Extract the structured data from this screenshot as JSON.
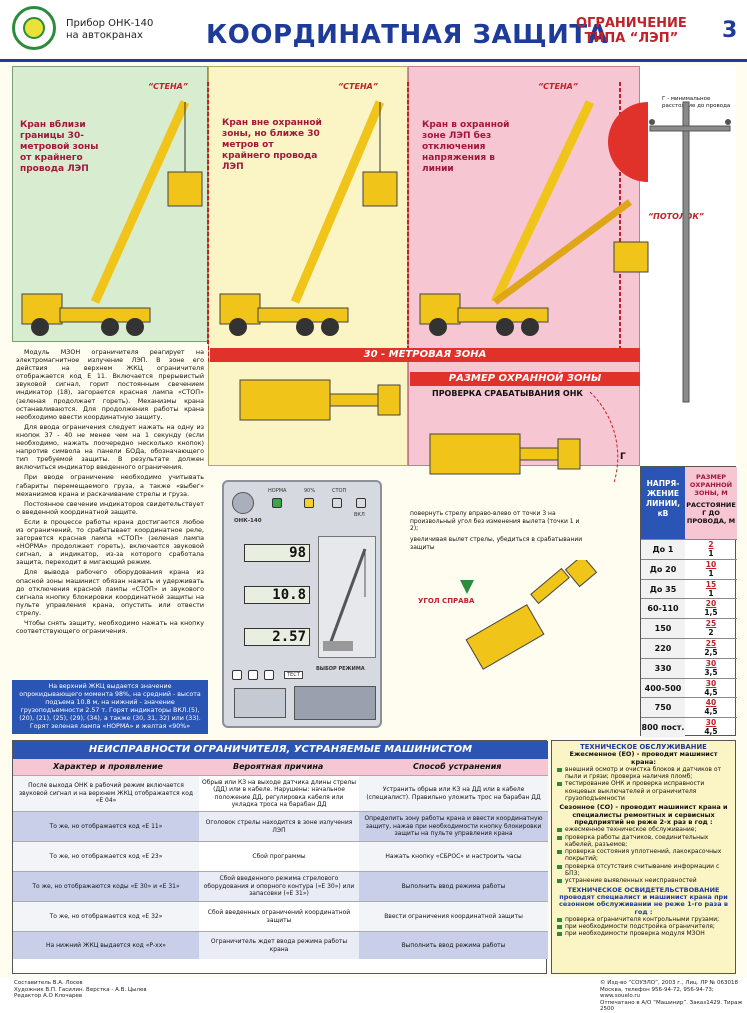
{
  "header": {
    "device_line1": "Прибор ОНК-140",
    "device_line2": "на автокранах",
    "title": "КООРДИНАТНАЯ ЗАЩИТА",
    "subtitle_line1": "ОГРАНИЧЕНИЕ",
    "subtitle_line2": "ТИПА “ЛЭП”",
    "page_number": "3"
  },
  "zones": {
    "green_label": "Кран вблизи границы 30-метровой зоны от крайнего провода ЛЭП",
    "yellow_label": "Кран вне охранной зоны, но ближе 30 метров от крайнего провода ЛЭП",
    "pink_label": "Кран в охранной зоне ЛЭП без отключения напряжения в линии",
    "wall_label": "“СТЕНА”",
    "ceiling_label": "“ПОТОЛОК”",
    "r_label": "Г - минимальное расстояние до провода",
    "zone_30": "30 - МЕТРОВАЯ ЗОНА",
    "zone_protect": "РАЗМЕР ОХРАННОЙ ЗОНЫ",
    "check_title": "ПРОВЕРКА СРАБАТЫВАНИЯ ОНК",
    "check_note1": "повернуть стрелу вправо-влево от точки 3 на произвольный угол без изменения вылета (точки 1 и 2);",
    "check_note2": "увеличивая вылет стрелы, убедиться в срабатывании защиты",
    "angle_label": "УГОЛ СПРАВА",
    "r_letter": "Г"
  },
  "description": [
    "Модуль МЗОН ограничителя реагирует на электромагнитное излучение ЛЭП. В зоне его действия на верхнем ЖКЦ ограничителя отображается код Е 11. Включается прерывистый звуковой сигнал, горит постоянным свечением индикатор (18), загорается красная лампа «СТОП» (зеленая продолжает гореть). Механизмы крана останавливаются. Для продолжения работы крана необходимо ввести координатную защиту.",
    "Для ввода ограничения следует нажать на одну из кнопок 37 - 40 не менее чем на 1 секунду (если необходимо, нажать поочередно несколько кнопок) напротив символа на панели БОДа, обозначающего тип требуемой защиты. В результате должен включиться индикатор введенного ограничения.",
    "При вводе ограничение необходимо учитывать габариты перемещаемого груза, а также «выбег» механизмов крана и раскачивание стрелы и груза.",
    "Постоянное свечение индикаторов свидетельствует о введенной координатной защите.",
    "Если в процессе работы крана достигается любое из ограничений, то срабатывает координатное реле, загорается красная лампа «СТОП» (зеленая лампа «НОРМА» продолжает гореть), включается звуковой сигнал, а индикатор, из-за которого сработала защита, переходит в мигающий режим.",
    "Для вывода рабочего оборудования крана из опасной зоны машинист обязан нажать и удерживать до отключения красной лампы «СТОП» и звукового сигнала кнопку блокировки координатной защиты на пульте управления крана, опустить или отвести стрелу.",
    "Чтобы снять защиту, необходимо нажать на кнопку соответствующего ограничения."
  ],
  "bluebox": "На верхний ЖКЦ выдается значение опрокидывающего момента 98%, на средний - высота подъема 10.8 м, на нижний - значение грузоподъемности 2.57 т. Горят индикаторы ВКЛ.(5), (20), (21), (25), (29), (34), а также (30, 31, 32) или (33). Горят зеленая лампа «НОРМА» и желтая «90%»",
  "panel": {
    "model": "ОНК-140",
    "lamp_labels": [
      "НОРМА",
      "90%",
      "СТОП",
      "ВКЛ"
    ],
    "display1": "98",
    "display2": "10.8",
    "display3": "2.57",
    "mode_label": "ВЫБОР РЕЖИМА",
    "test_label": "ТЕСТ"
  },
  "voltage_table": {
    "head_left": "НАПРЯ-ЖЕНИЕ ЛИНИИ, кВ",
    "head_right_top": "РАЗМЕР ОХРАННОЙ ЗОНЫ, М",
    "head_right_bottom": "РАССТОЯНИЕ Г ДО ПРОВОДА, М",
    "rows": [
      {
        "v": "До 1",
        "zone": "2",
        "r": "1"
      },
      {
        "v": "До 20",
        "zone": "10",
        "r": "1"
      },
      {
        "v": "До 35",
        "zone": "15",
        "r": "1"
      },
      {
        "v": "60-110",
        "zone": "20",
        "r": "1,5"
      },
      {
        "v": "150",
        "zone": "25",
        "r": "2"
      },
      {
        "v": "220",
        "zone": "25",
        "r": "2,5"
      },
      {
        "v": "330",
        "zone": "30",
        "r": "3,5"
      },
      {
        "v": "400-500",
        "zone": "30",
        "r": "4,5"
      },
      {
        "v": "750",
        "zone": "40",
        "r": "4,5"
      },
      {
        "v": "800 пост. тока",
        "zone": "30",
        "r": "4,5"
      }
    ]
  },
  "faults": {
    "title": "НЕИСПРАВНОСТИ ОГРАНИЧИТЕЛЯ, УСТРАНЯЕМЫЕ МАШИНИСТОМ",
    "col1": "Характер и проявление",
    "col2": "Вероятная причина",
    "col3": "Способ устранения",
    "rows": [
      {
        "a": "После выхода ОНК в рабочий режим включается звуковой сигнал и на верхнем ЖКЦ отображается код «Е 04»",
        "b": "Обрыв или КЗ на выходе датчика длины стрелы (ДД) или в кабеле. Нарушены: начальное положение ДД, регулировка кабеля или укладка троса на барабан ДД",
        "c": "Устранить обрыв или КЗ на ДД или в кабеле (специалист). Правильно уложить трос на барабан ДД"
      },
      {
        "a": "То же, но отображается код «Е 11»",
        "b": "Оголовок стрелы находится в зоне излучения ЛЭП",
        "c": "Определить зону работы крана и ввести координатную защиту, нажав при необходимости кнопку блокировки защиты на пульте управления крана"
      },
      {
        "a": "То же, но отображается код «Е 23»",
        "b": "Сбой программы",
        "c": "Нажать кнопку «СБРОС» и настроить часы"
      },
      {
        "a": "То же, но отображаются коды «Е 30» и «Е 31»",
        "b": "Сбой введенного режима стрелового оборудования и опорного контура («Е 30») или запасовки («Е 31»)",
        "c": "Выполнить ввод режима работы"
      },
      {
        "a": "То же, но отображается код «Е 32»",
        "b": "Сбой введенных ограничений координатной защиты",
        "c": "Ввести ограничения координатной защиты"
      },
      {
        "a": "На нижний ЖКЦ выдается код «Р-хх»",
        "b": "Ограничитель ждет ввода режима работы крана",
        "c": "Выполнить ввод режима работы"
      }
    ]
  },
  "maintenance": {
    "title": "ТЕХНИЧЕСКОЕ ОБСЛУЖИВАНИЕ",
    "eo_title": "Ежесменное (ЕО) - проводит машинист крана:",
    "eo_items": [
      "внешний осмотр и очистка блоков и датчиков от пыли и грязи; проверка наличия пломб;",
      "тестирование ОНК и проверка исправности концевых выключателей и ограничителя грузоподъемности"
    ],
    "so_title": "Сезонное (СО) - проводит машинист крана и специалисты ремонтных и сервисных предприятий не реже 2-х раз в год :",
    "so_items": [
      "ежесменное техническое обслуживание;",
      "проверка работы датчиков, соединительных кабелей, разъемов;",
      "проверка состояния уплотнений, лакокрасочных покрытий;",
      "проверка отсутствия считывание информации с БПЗ;",
      "устранение выявленных неисправностей"
    ],
    "to_title": "ТЕХНИЧЕСКОЕ ОСВИДЕТЕЛЬСТВОВАНИЕ проводят специалист и машинист крана при сезонном обслуживании не реже 1-го раза в год :",
    "to_items": [
      "проверка ограничителя контрольными грузами;",
      "при необходимости подстройка ограничителя;",
      "при необходимости проверка модуля МЗОН"
    ]
  },
  "footer": {
    "left1": "Составитель В.А. Лосев",
    "left2": "Художник В.П. Гасилин. Верстка - А.В. Цылев",
    "left3": "Редактор А.О Клочарев",
    "right1": "© Изд-во “СОУЭЛО”, 2003 г., Лиц. ЛР № 063018",
    "right2": "Москва, телефон 956-94-72, 956-94-73; www.souelo.ru",
    "right3": "Отпечатано в А/О “Машинир”. Заказ1429. Тираж 2500"
  }
}
